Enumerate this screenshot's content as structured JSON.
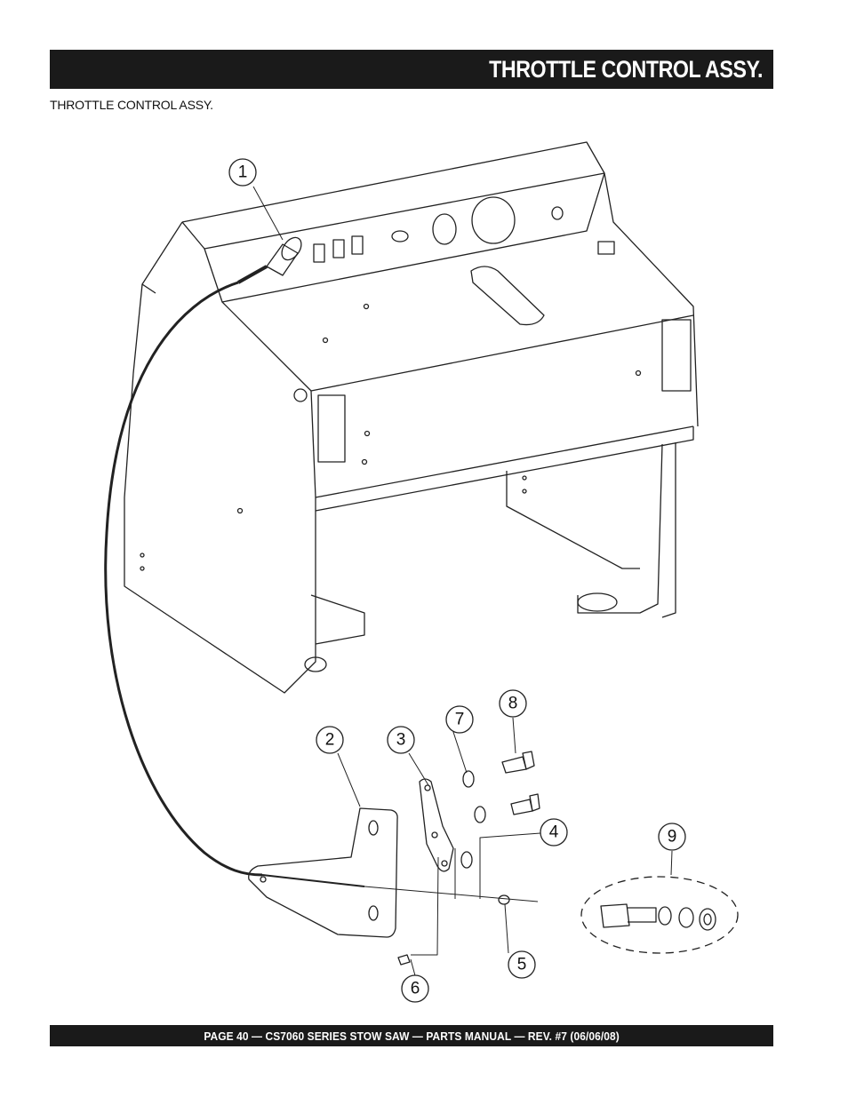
{
  "header": {
    "title": "THROTTLE CONTROL ASSY."
  },
  "figure": {
    "caption": "THROTTLE CONTROL ASSY.",
    "callouts": [
      "1",
      "2",
      "3",
      "4",
      "5",
      "6",
      "7",
      "8",
      "9"
    ]
  },
  "footer": {
    "text": "PAGE 40 — CS7060 SERIES STOW SAW — PARTS MANUAL — REV. #7 (06/06/08)"
  }
}
